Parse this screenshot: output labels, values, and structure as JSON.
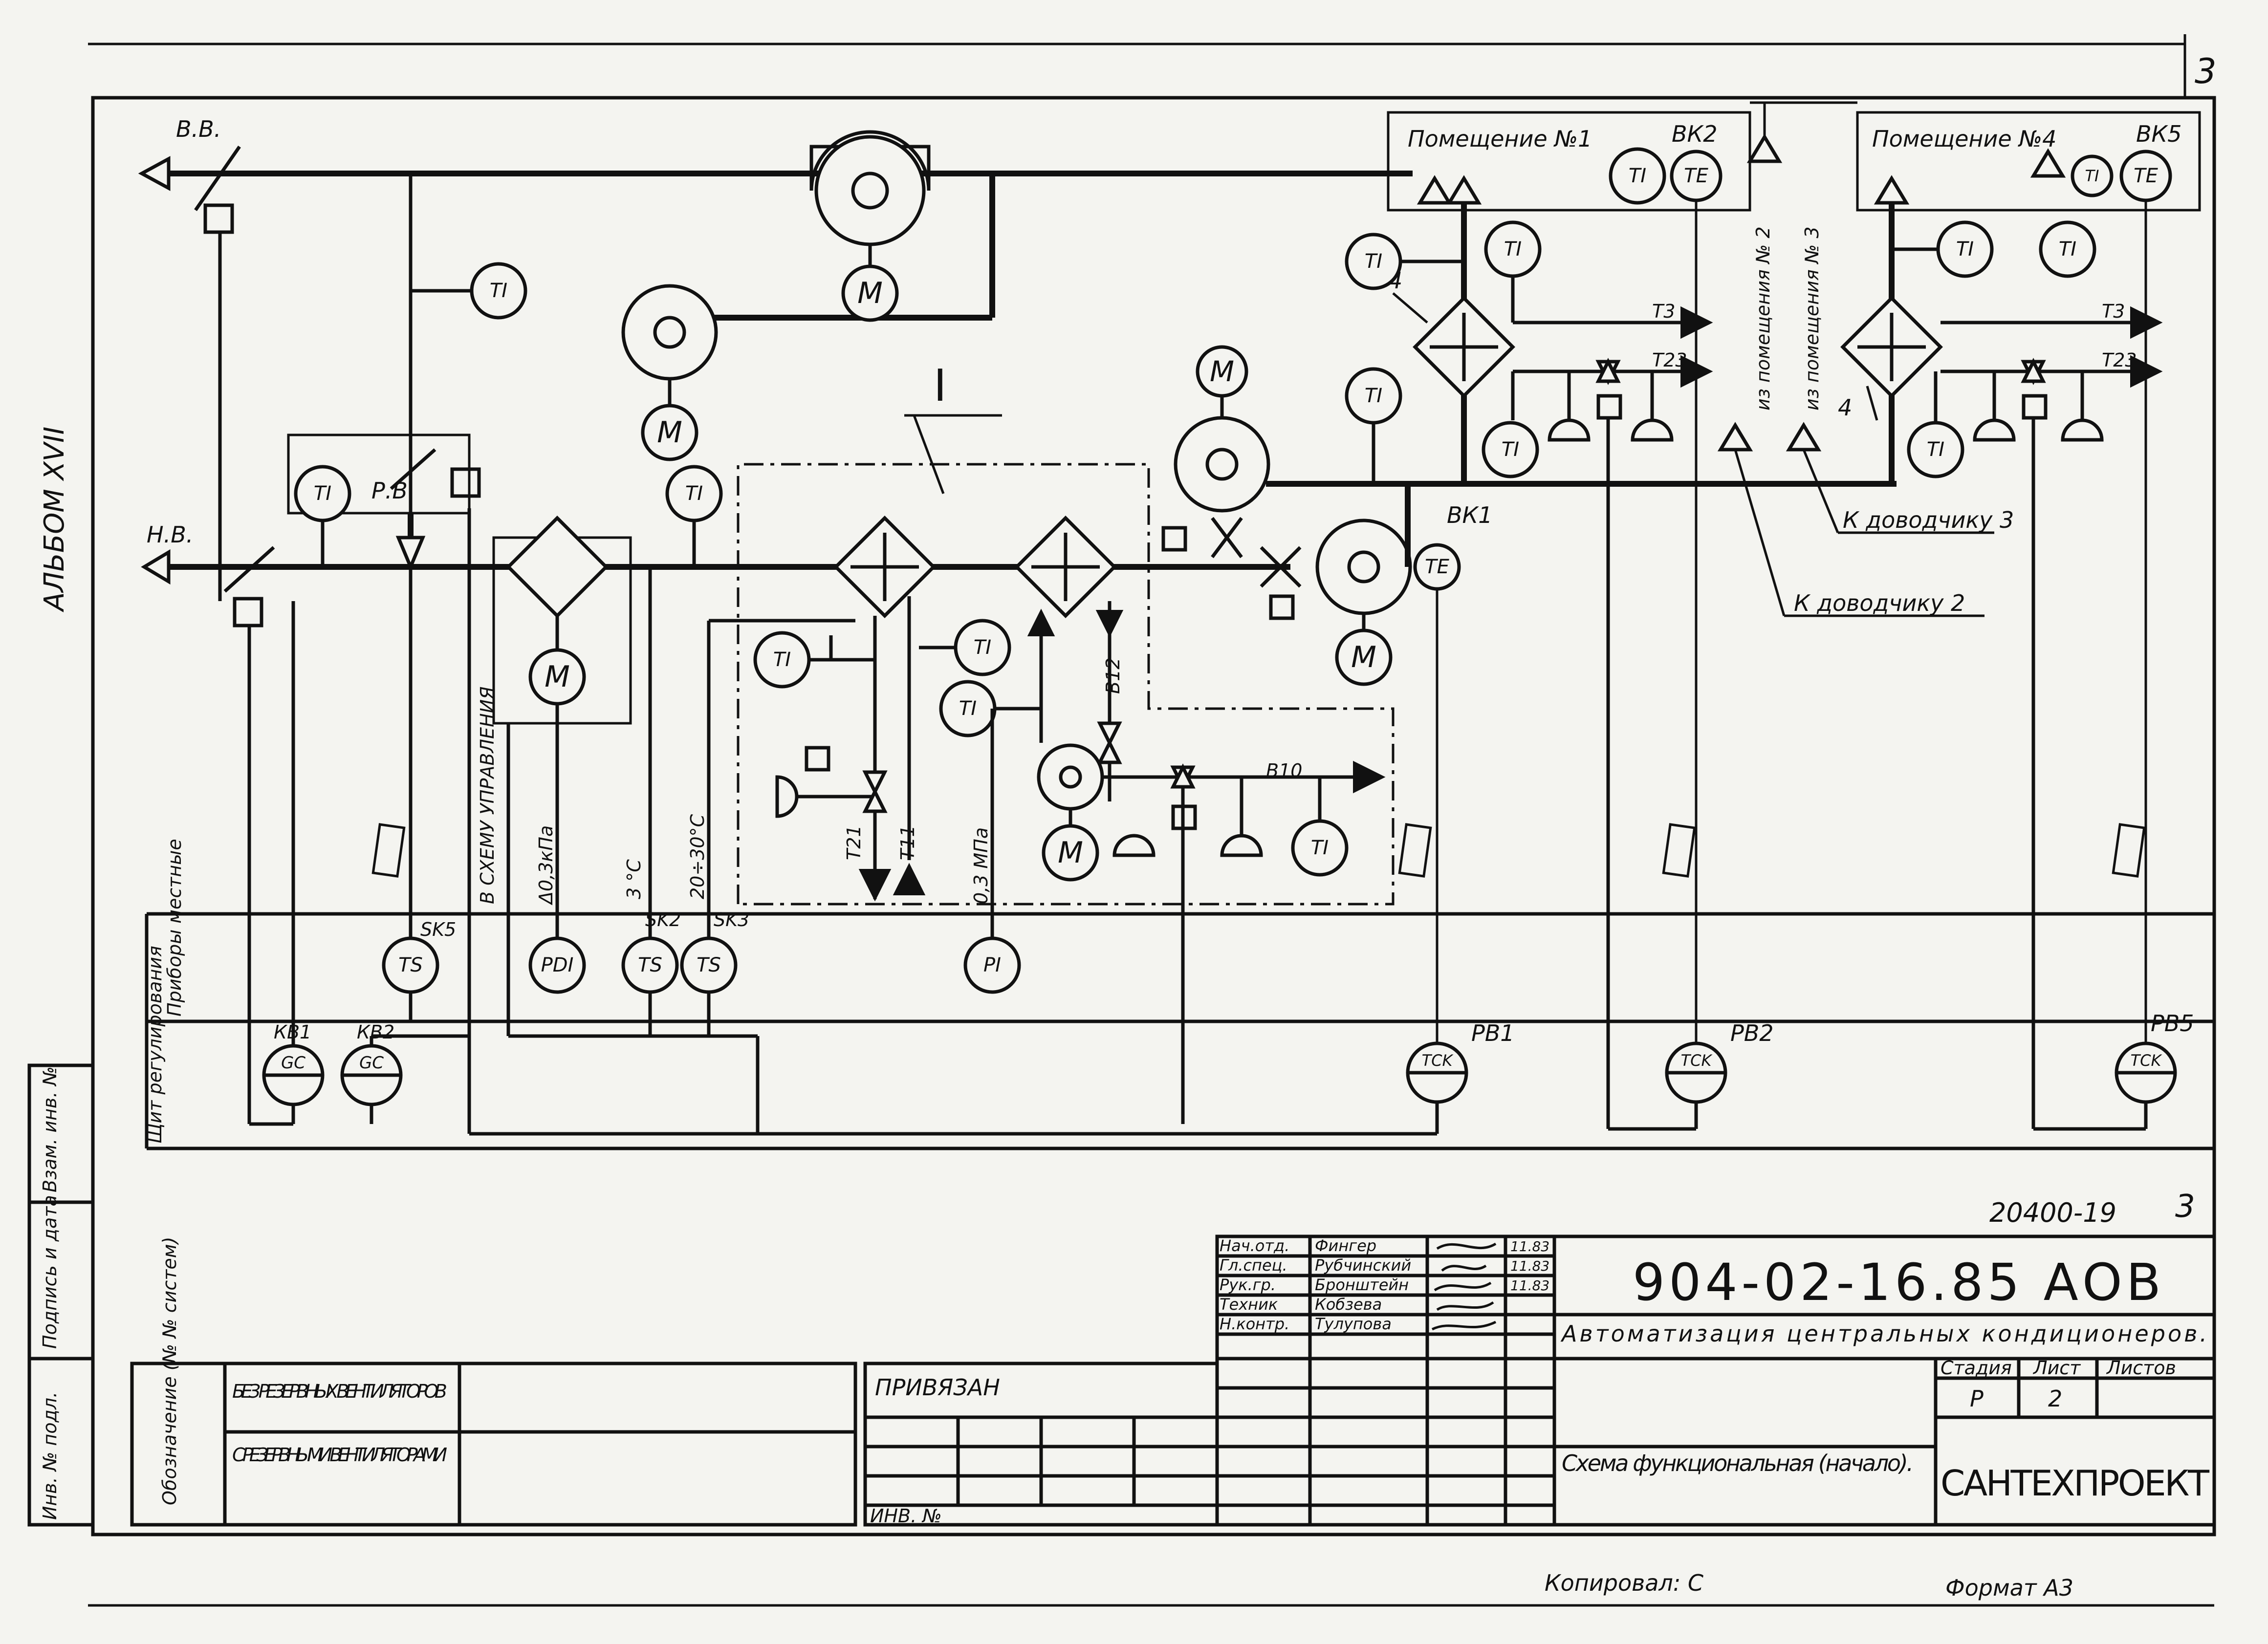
{
  "sheet": {
    "corner_number": "3",
    "album": "АЛЬБОМ XVII",
    "roman_numeral": "I",
    "sheet_code": "20400-19",
    "sheet_code_num": "3",
    "copied_by": "Копировал: С",
    "format": "Формат А3"
  },
  "labels": {
    "vv": "В.В.",
    "nv": "Н.В.",
    "rv": "Р.В.",
    "room1": "Помещение №1",
    "room4": "Помещение №4",
    "bk2": "ВК2",
    "bk5": "ВК5",
    "bk1": "ВК1",
    "from_room2": "из помещения № 2",
    "from_room3": "из помещения № 3",
    "to_closer3": "К доводчику 3",
    "to_closer2": "К доводчику 2",
    "t3_a": "Т3",
    "t23_a": "Т23",
    "t3_b": "Т3",
    "t23_b": "Т23",
    "b12": "В12",
    "b10": "В10",
    "t21": "Т21",
    "t11": "Т11",
    "mark4_a": "4",
    "mark4_b": "4",
    "to_control": "В СХЕМУ УПРАВЛЕНИЯ",
    "pressure": "Δ0,3кПа",
    "temp3": "3 °С",
    "temp2030": "20÷30°С",
    "mpa": "0,3 МПа",
    "sk5": "SK5",
    "sk2": "SK2",
    "sk3": "SK3",
    "kb1": "КВ1",
    "kb2": "КВ2",
    "pb1": "РВ1",
    "pb2": "РВ2",
    "pb5": "РВ5",
    "panel_local": "Приборы местные",
    "panel_shield": "Щит регулирования"
  },
  "instruments": {
    "ti": "TI",
    "te": "TE",
    "ts": "TS",
    "pdi": "PDI",
    "pi": "PI",
    "gc": "GC",
    "tck": "TCK",
    "m": "M"
  },
  "left_strip": {
    "inv_podl": "Инв. № подл.",
    "sign_date": "Подпись и дата",
    "inv_vzam": "Взам. инв. №"
  },
  "system_table": {
    "header": "Обозначение (№ № систем)",
    "row1": "БЕЗ РЕЗЕРВНЫХ ВЕНТИЛЯТОРОВ",
    "row2": "С РЕЗЕРВНЫМИ ВЕНТИЛЯТОРАМИ"
  },
  "binding": {
    "privyazan": "ПРИВЯЗАН",
    "inv_no": "ИНВ. №"
  },
  "title_block": {
    "doc_number": "904-02-16.85 АОВ",
    "project_title": "Автоматизация центральных кондиционеров.",
    "sheet_title": "Схема функциональная (начало).",
    "stage_label": "Стадия",
    "sheet_label": "Лист",
    "sheets_label": "Листов",
    "stage": "Р",
    "sheet": "2",
    "organization": "САНТЕХПРОЕКТ",
    "staff": [
      {
        "role": "Нач.отд.",
        "name": "Фингер",
        "date": "11.83"
      },
      {
        "role": "Гл.спец.",
        "name": "Рубчинский",
        "date": "11.83"
      },
      {
        "role": "Рук.гр.",
        "name": "Бронштейн",
        "date": "11.83"
      },
      {
        "role": "Техник",
        "name": "Кобзева",
        "date": ""
      },
      {
        "role": "Н.контр.",
        "name": "Тулупова",
        "date": ""
      }
    ]
  }
}
